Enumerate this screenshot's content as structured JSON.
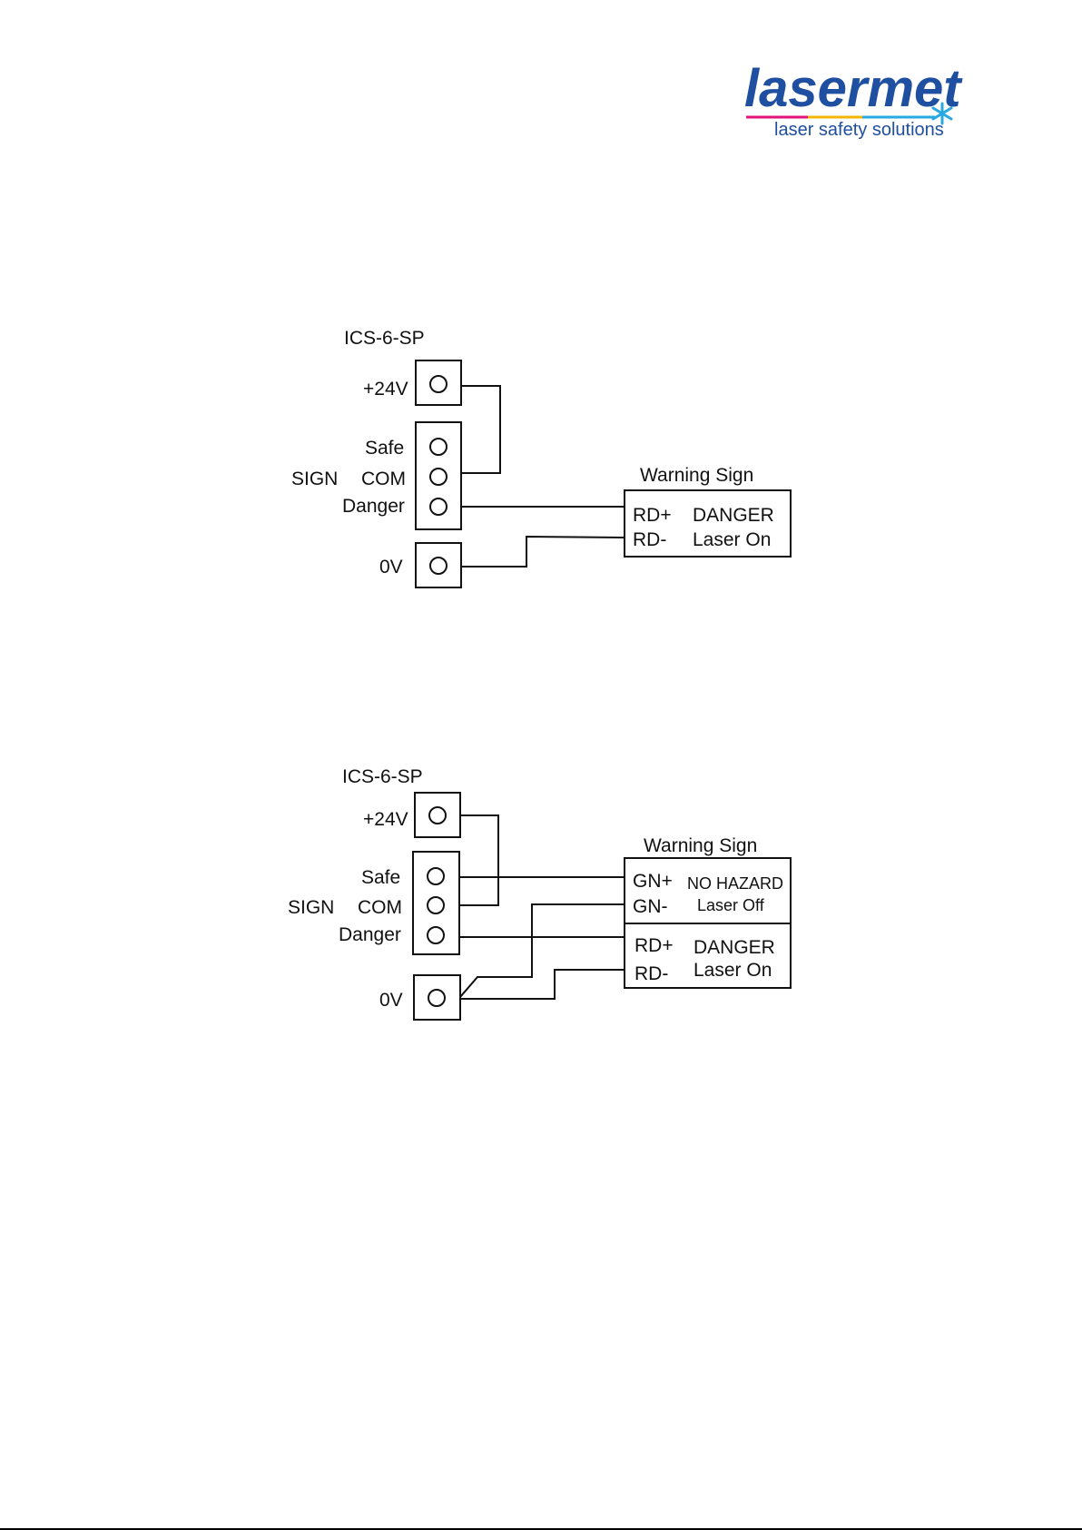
{
  "logo": {
    "name": "lasermet",
    "tagline": "laser safety solutions"
  },
  "diagram1": {
    "controller_title": "ICS-6-SP",
    "plus24v": "+24V",
    "safe": "Safe",
    "sign": "SIGN",
    "com": "COM",
    "danger": "Danger",
    "zero_v": "0V",
    "warning_sign_title": "Warning Sign",
    "rd_plus": "RD+",
    "rd_minus": "RD-",
    "danger_text": "DANGER",
    "laser_on": "Laser On"
  },
  "diagram2": {
    "controller_title": "ICS-6-SP",
    "plus24v": "+24V",
    "safe": "Safe",
    "sign": "SIGN",
    "com": "COM",
    "danger": "Danger",
    "zero_v": "0V",
    "warning_sign_title": "Warning Sign",
    "gn_plus": "GN+",
    "gn_minus": "GN-",
    "no_hazard": "NO HAZARD",
    "laser_off": "Laser Off",
    "rd_plus": "RD+",
    "rd_minus": "RD-",
    "danger_text": "DANGER",
    "laser_on": "Laser On"
  },
  "colors": {
    "logo_blue": "#1f4fa0",
    "logo_sky": "#2aa8e0",
    "line": "#111111"
  }
}
